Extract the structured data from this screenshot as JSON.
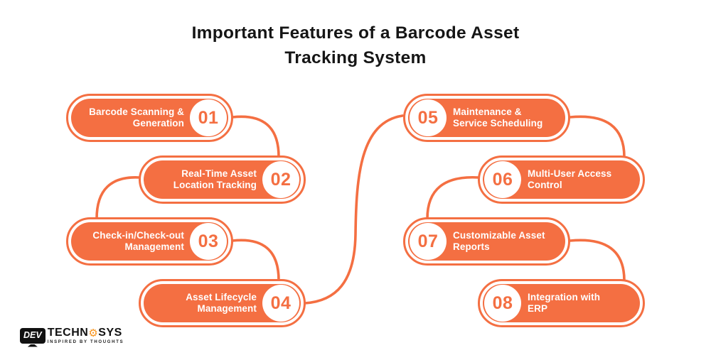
{
  "title": "Important Features of a Barcode Asset\nTracking System",
  "colors": {
    "accent_orange": "#F46F42",
    "title_text": "#151515",
    "pill_text": "#FFFFFF",
    "logo_gear_orange": "#F7941D",
    "logo_black": "#111111"
  },
  "pills": [
    {
      "number": "01",
      "label": "Barcode Scanning &\nGeneration"
    },
    {
      "number": "02",
      "label": "Real-Time Asset\nLocation Tracking"
    },
    {
      "number": "03",
      "label": "Check-in/Check-out\nManagement"
    },
    {
      "number": "04",
      "label": "Asset Lifecycle\nManagement"
    },
    {
      "number": "05",
      "label": "Maintenance &\nService Scheduling"
    },
    {
      "number": "06",
      "label": "Multi-User Access\nControl"
    },
    {
      "number": "07",
      "label": "Customizable Asset\nReports"
    },
    {
      "number": "08",
      "label": "Integration with\nERP"
    }
  ],
  "logo": {
    "monitor_text": "DEV",
    "name_left": "TECHN",
    "gear_glyph": "⚙",
    "name_right": "SYS",
    "tagline": "INSPIRED BY THOUGHTS"
  }
}
